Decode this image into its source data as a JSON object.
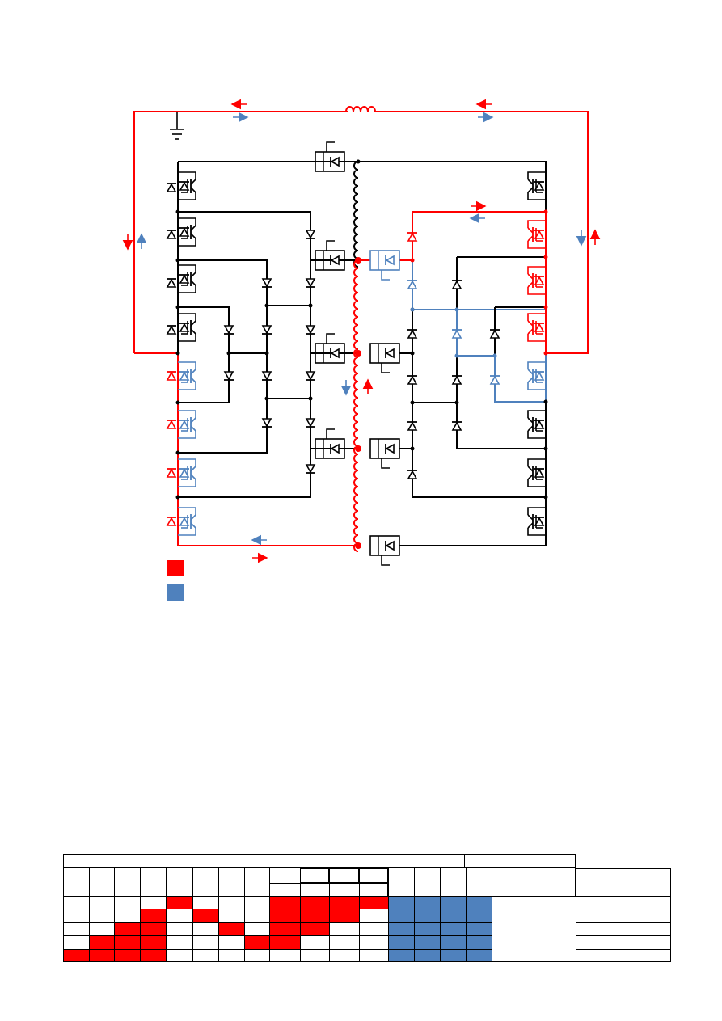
{
  "colors": {
    "red": "#ff0000",
    "blue": "#4f81bd",
    "black": "#000000"
  },
  "legend": {
    "items": [
      {
        "name": "legend-red-swatch",
        "color": "#ff0000",
        "label": ""
      },
      {
        "name": "legend-blue-swatch",
        "color": "#4f81bd",
        "label": ""
      }
    ]
  },
  "table": {
    "header_group_left": "",
    "header_group_right": "",
    "rows": [
      [
        "w",
        "w",
        "w",
        "w",
        "r",
        "w",
        "w",
        "w",
        "r",
        "r",
        "r",
        "r",
        "b",
        "b",
        "b",
        "b"
      ],
      [
        "w",
        "w",
        "w",
        "r",
        "w",
        "r",
        "w",
        "w",
        "r",
        "r",
        "r",
        "w",
        "b",
        "b",
        "b",
        "b"
      ],
      [
        "w",
        "w",
        "r",
        "r",
        "w",
        "w",
        "r",
        "w",
        "r",
        "r",
        "w",
        "w",
        "b",
        "b",
        "b",
        "b"
      ],
      [
        "w",
        "r",
        "r",
        "r",
        "w",
        "w",
        "w",
        "r",
        "r",
        "w",
        "w",
        "w",
        "b",
        "b",
        "b",
        "b"
      ],
      [
        "r",
        "r",
        "r",
        "r",
        "w",
        "w",
        "w",
        "w",
        "w",
        "w",
        "w",
        "w",
        "b",
        "b",
        "b",
        "b"
      ]
    ],
    "row_labels": [
      "",
      "",
      "",
      "",
      ""
    ]
  }
}
